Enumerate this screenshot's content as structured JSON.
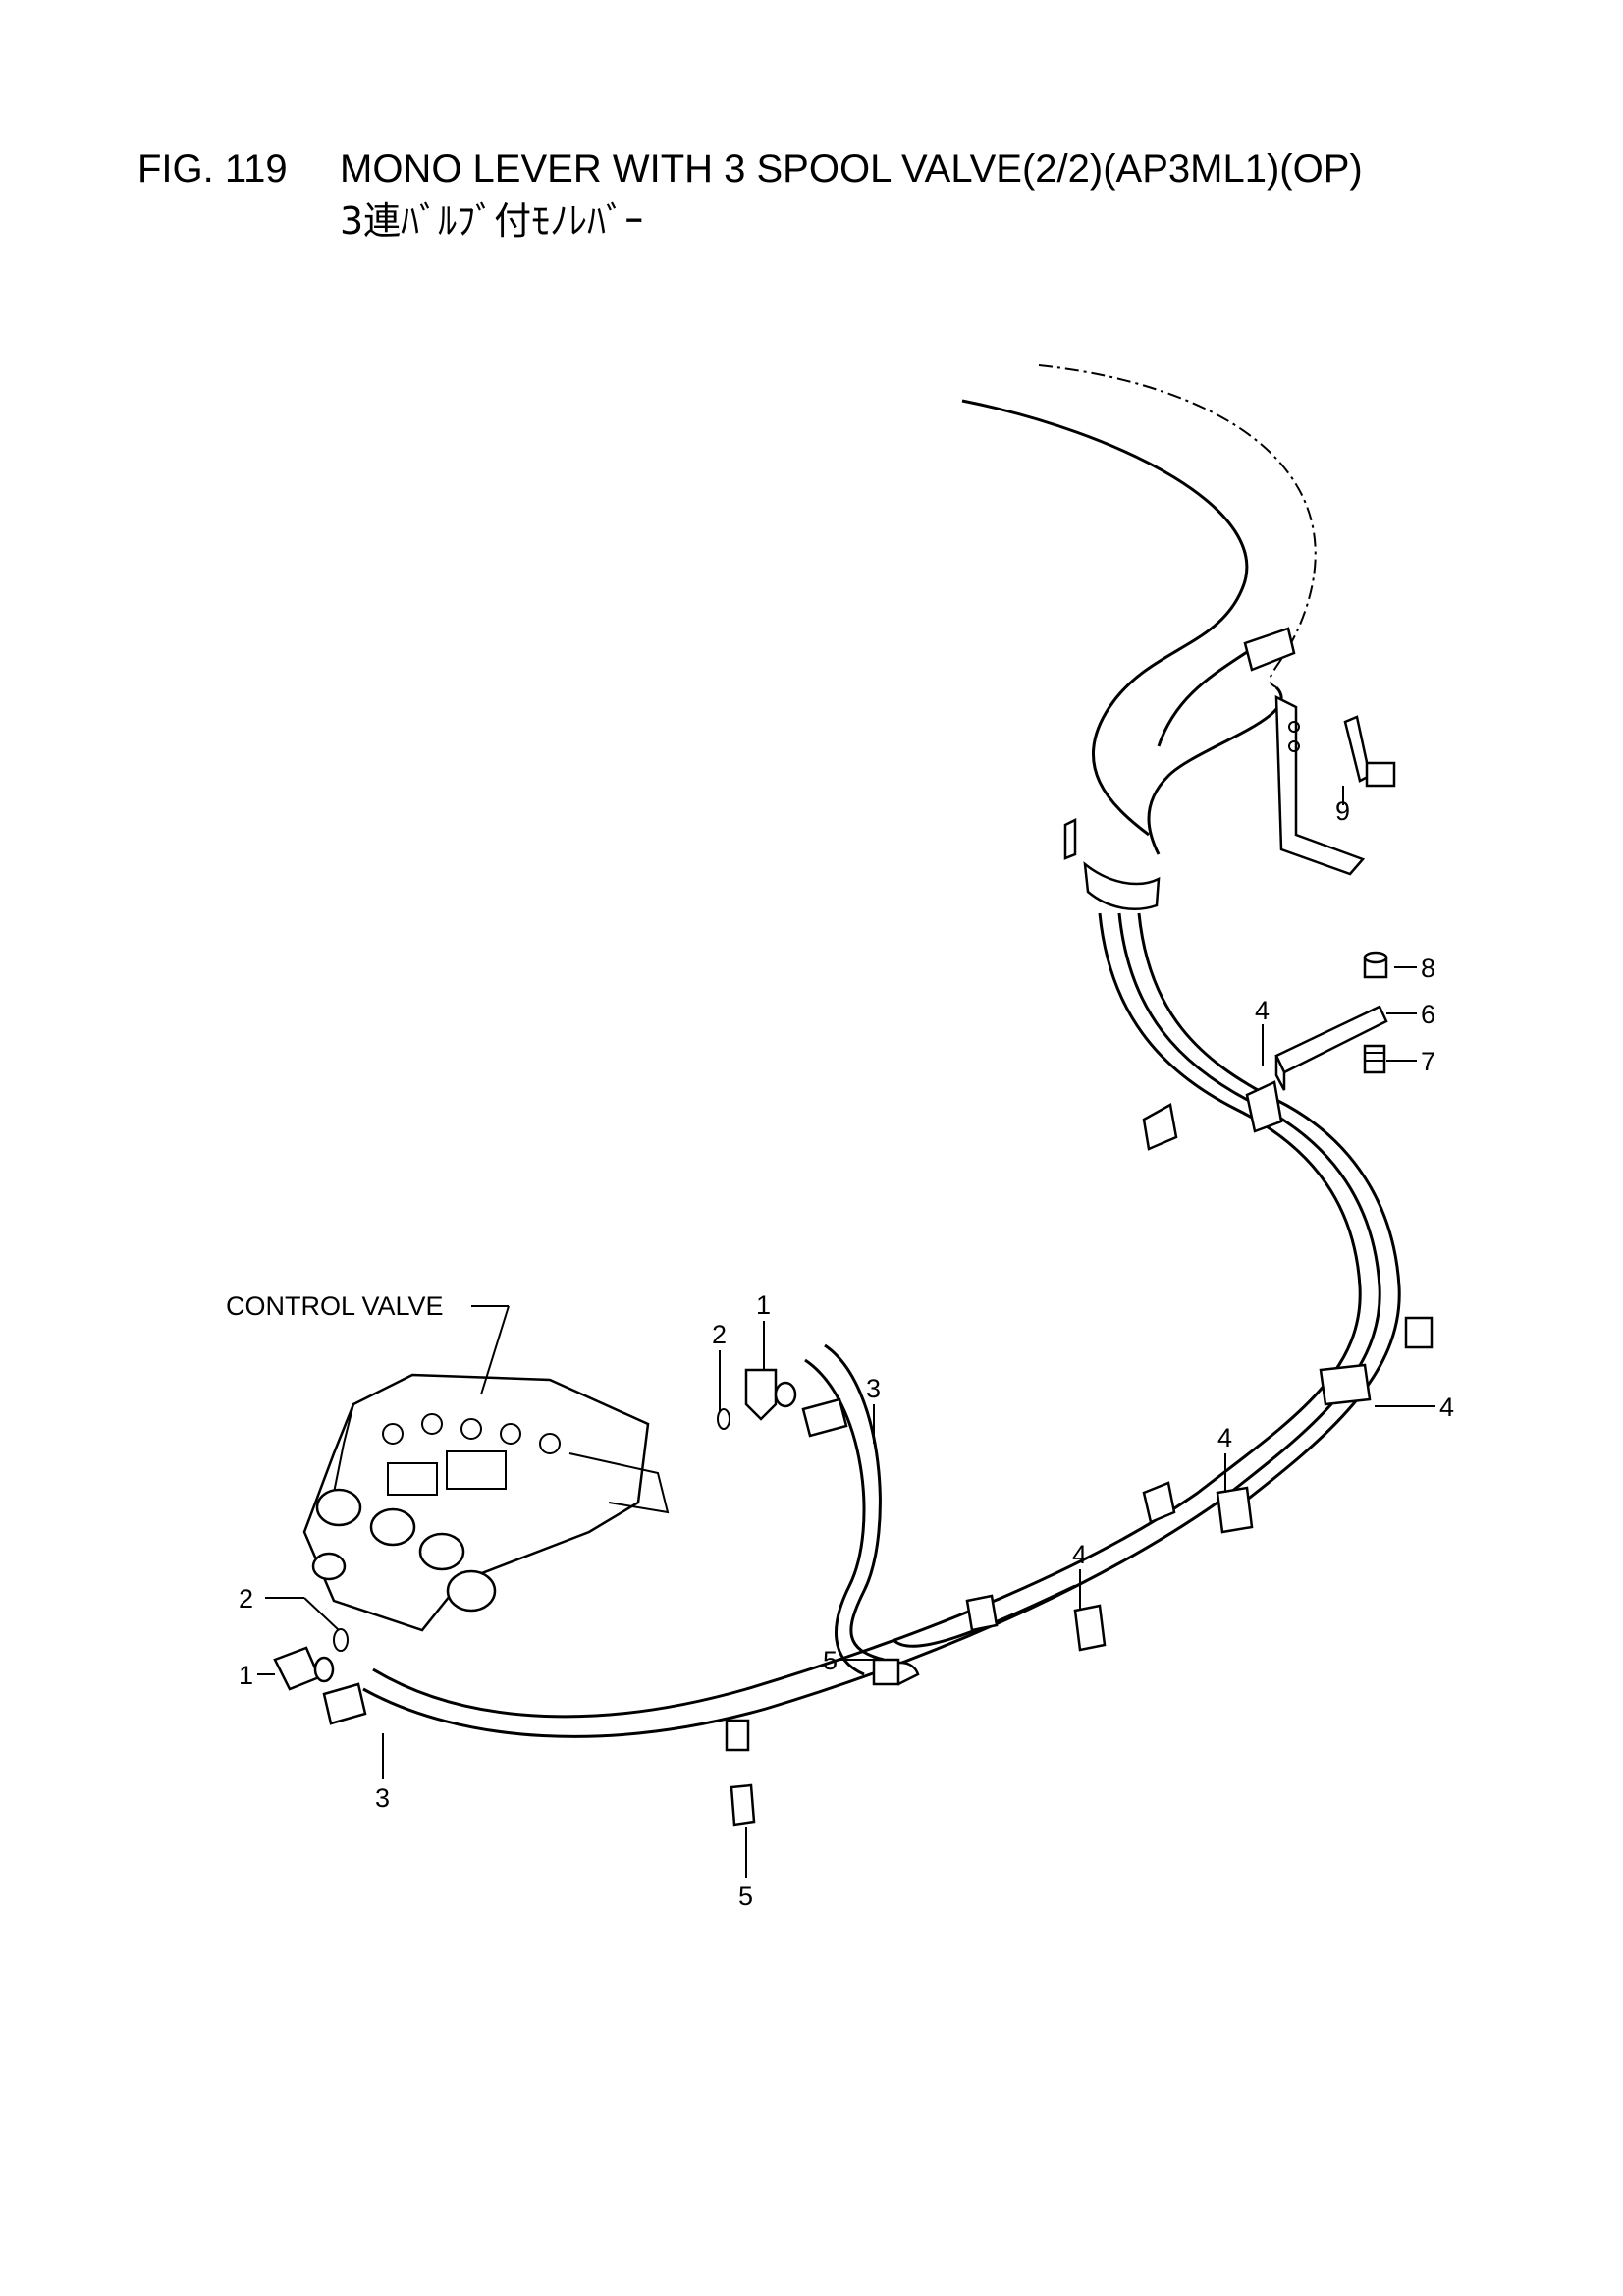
{
  "header": {
    "fig_number": "FIG. 119",
    "title": "MONO LEVER WITH 3 SPOOL VALVE(2/2)(AP3ML1)(OP)",
    "subtitle_jp": "3連ﾊﾞﾙﾌﾞ付ﾓﾉﾚﾊﾞｰ"
  },
  "diagram": {
    "component_label": "CONTROL VALVE",
    "callouts": [
      "1",
      "2",
      "3",
      "4",
      "5",
      "6",
      "7",
      "8",
      "9",
      "4",
      "4",
      "4",
      "2",
      "1",
      "3",
      "5"
    ]
  }
}
